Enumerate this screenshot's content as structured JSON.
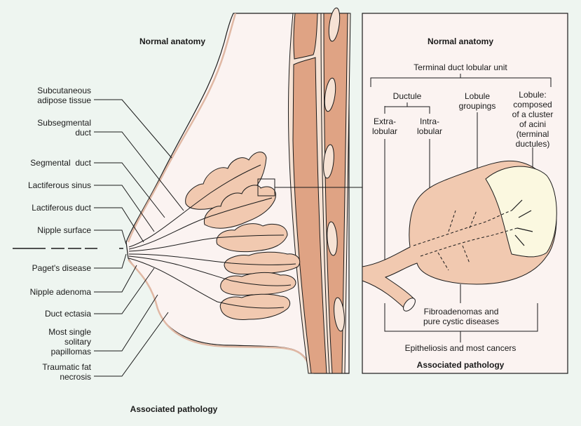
{
  "main_diagram": {
    "header": "Normal anatomy",
    "footer": "Associated pathology",
    "labels": [
      {
        "id": "subcutaneous",
        "text": [
          "Subcutaneous",
          "adipose tissue"
        ]
      },
      {
        "id": "subsegmental",
        "text": [
          "Subsegmental",
          "duct"
        ]
      },
      {
        "id": "segmental",
        "text": [
          "Segmental  duct"
        ]
      },
      {
        "id": "lactiferous-sinus",
        "text": [
          "Lactiferous sinus"
        ]
      },
      {
        "id": "lactiferous-duct",
        "text": [
          "Lactiferous duct"
        ]
      },
      {
        "id": "nipple-surface",
        "text": [
          "Nipple surface"
        ]
      },
      {
        "id": "pagets",
        "text": [
          "Paget's disease"
        ]
      },
      {
        "id": "nipple-adenoma",
        "text": [
          "Nipple adenoma"
        ]
      },
      {
        "id": "duct-ectasia",
        "text": [
          "Duct ectasia"
        ]
      },
      {
        "id": "papillomas",
        "text": [
          "Most single",
          "solitary",
          "papillomas"
        ]
      },
      {
        "id": "fat-necrosis",
        "text": [
          "Traumatic fat",
          "necrosis"
        ]
      }
    ]
  },
  "inset": {
    "header": "Normal anatomy",
    "tdlu": "Terminal duct lobular unit",
    "ductule": "Ductule",
    "extralobular": [
      "Extra-",
      "lobular"
    ],
    "intralobular": [
      "Intra-",
      "lobular"
    ],
    "lobule_groupings": [
      "Lobule",
      "groupings"
    ],
    "lobule": [
      "Lobule:",
      "composed",
      "of a cluster",
      "of acini",
      "(terminal",
      "ductules)"
    ],
    "fibroadenomas": [
      "Fibroadenomas and",
      "pure cystic diseases"
    ],
    "epitheliosis": "Epitheliosis and most cancers",
    "footer": "Associated pathology"
  },
  "colors": {
    "background": "#eef5f0",
    "breast_fill": "#fbf3f1",
    "tissue": "#f1c9b0",
    "muscle": "#dfa384",
    "muscle_light": "#f6e2d4",
    "acini": "#fbf8e0",
    "line": "#1a1a1a"
  }
}
